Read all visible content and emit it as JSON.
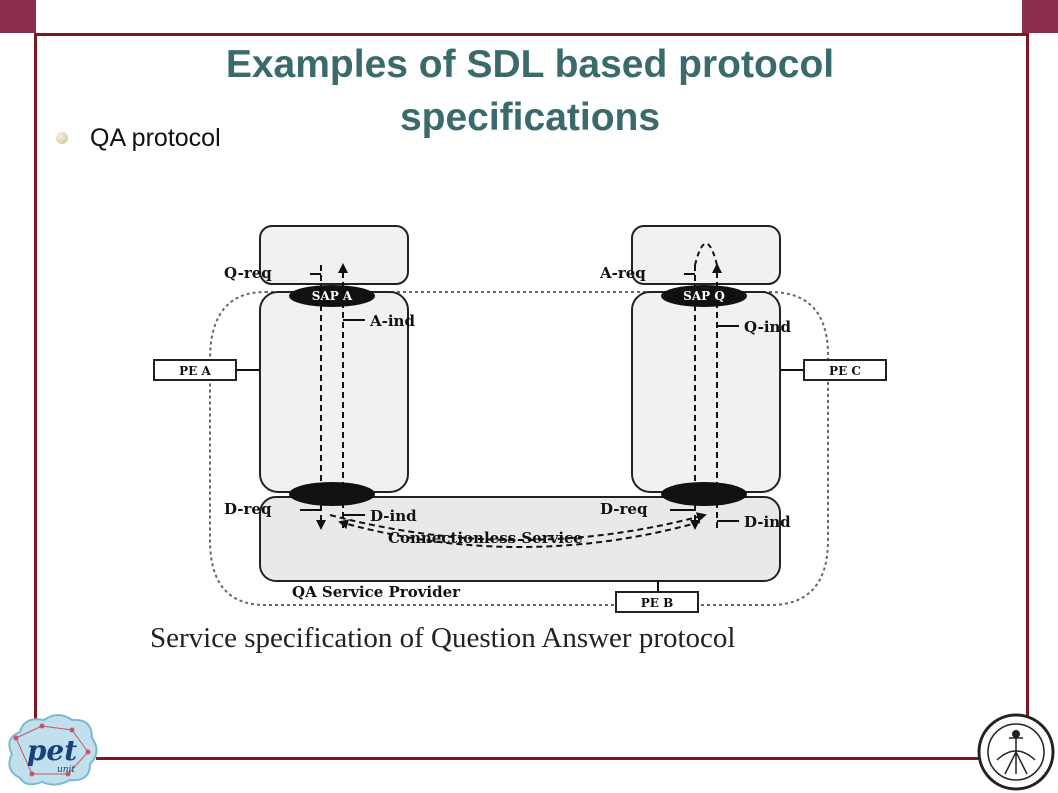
{
  "slide": {
    "title_line1": "Examples of SDL based protocol",
    "title_line2": "specifications",
    "bullet": "QA protocol",
    "caption": "Service specification of Question Answer protocol"
  },
  "diagram": {
    "sap_a": "SAP A",
    "sap_q": "SAP Q",
    "q_req": "Q-req",
    "a_ind": "A-ind",
    "a_req": "A-req",
    "q_ind": "Q-ind",
    "pe_a": "PE A",
    "pe_c": "PE C",
    "pe_b": "PE B",
    "d_req_left": "D-req",
    "d_ind_left": "D-ind",
    "d_req_right": "D-req",
    "d_ind_right": "D-ind",
    "connectionless": "Connectionless Service",
    "provider": "QA Service Provider"
  },
  "logos": {
    "left": "pet",
    "left_sub": "unit"
  },
  "colors": {
    "frame": "#7a1a20",
    "title": "#3a6a6c",
    "corner": "#8e2c50"
  }
}
